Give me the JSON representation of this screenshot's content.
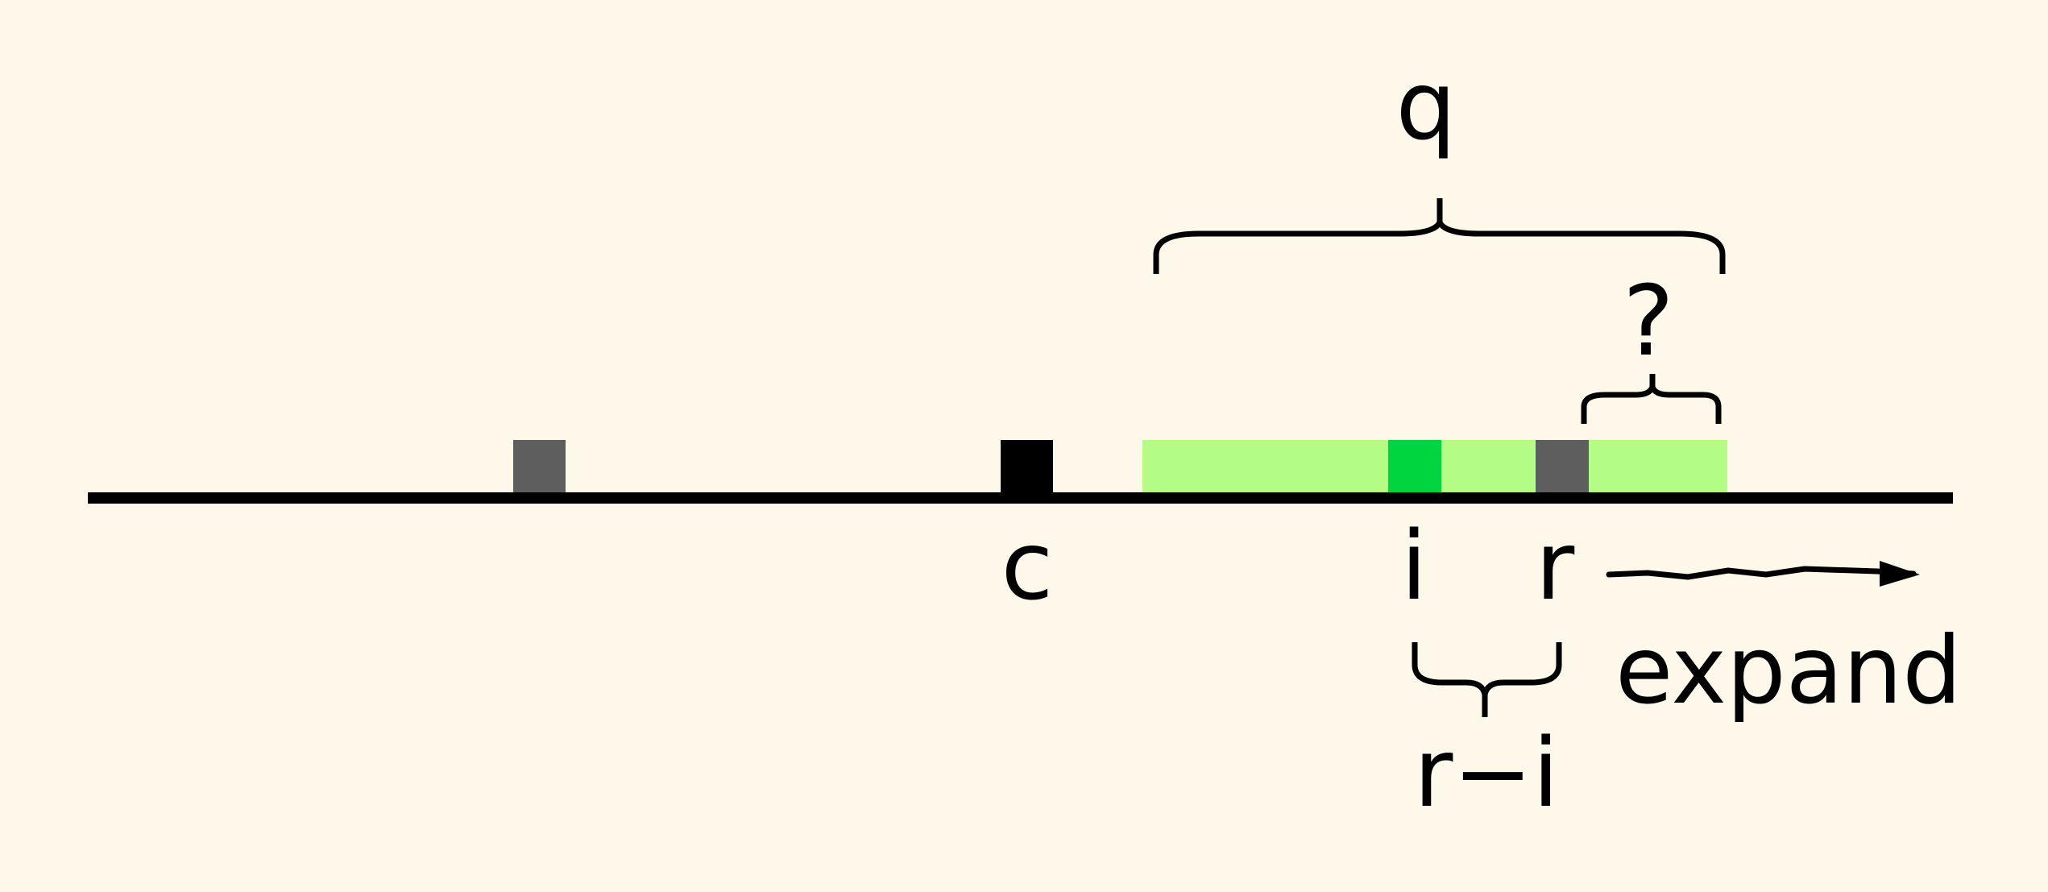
{
  "labels": {
    "c": "c",
    "i": "i",
    "r": "r",
    "q": "q",
    "unknown": "?",
    "r_minus_i": "r−i",
    "expand": "expand"
  },
  "colors": {
    "background": "#fef8ea",
    "light_green": "#b3fd87",
    "bright_green": "#00d43f",
    "gray": "#5e5e5e",
    "black": "#000000"
  }
}
